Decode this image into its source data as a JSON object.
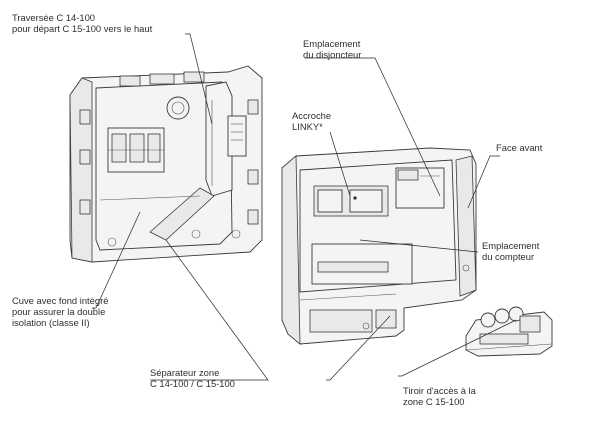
{
  "labels": {
    "traversee": [
      "Traversée C 14-100",
      "pour départ C 15-100 vers le haut"
    ],
    "emplacement_disjoncteur": [
      "Emplacement",
      "du disjoncteur"
    ],
    "accroche_linky": [
      "Accroche",
      "LINKY*"
    ],
    "face_avant": [
      "Face avant"
    ],
    "emplacement_compteur": [
      "Emplacement",
      "du compteur"
    ],
    "cuve": [
      "Cuve avec fond intégré",
      "pour assurer la double",
      "isolation (classe II)"
    ],
    "separateur": [
      "Séparateur zone",
      "C 14-100 / C 15-100"
    ],
    "tiroir": [
      "Tiroir d'accès  à la",
      "zone C 15-100"
    ]
  },
  "colors": {
    "line": "#3a3a3a",
    "fill": "#f4f4f4",
    "text": "#2e2e2e"
  }
}
